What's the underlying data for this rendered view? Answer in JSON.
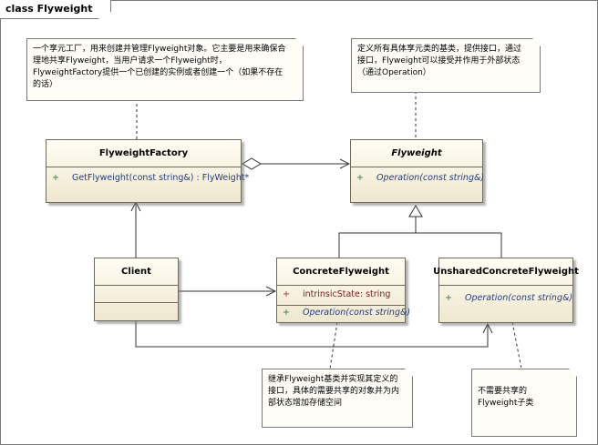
{
  "frame": {
    "label": "class Flyweight"
  },
  "notes": {
    "factory_note": "一个享元工厂，用来创建并管理Flyweight对象。它主要是用来确保合理地共享Flyweight，当用户请求一个Flyweight时，FlyweightFactory提供一个已创建的实例或者创建一个（如果不存在的话）",
    "flyweight_note": "定义所有具体享元类的基类，提供接口，通过接口，Flyweight可以接受并作用于外部状态（通过Operation）",
    "concrete_note": "继承Flyweight基类并实现其定义的接口，具体的需要共享的对象并为内部状态增加存储空间",
    "unshared_note": "不需要共享的Flyweight子类"
  },
  "classes": {
    "flyweight_factory": {
      "name": "FlyweightFactory",
      "operations": [
        {
          "visibility": "+",
          "signature": "GetFlyweight(const string&) : FlyWeight*"
        }
      ]
    },
    "flyweight": {
      "name": "Flyweight",
      "operations": [
        {
          "visibility": "+",
          "signature": "Operation(const string&)"
        }
      ]
    },
    "client": {
      "name": "Client"
    },
    "concrete_flyweight": {
      "name": "ConcreteFlyweight",
      "attributes": [
        {
          "visibility": "+",
          "signature": "intrinsicState:  string"
        }
      ],
      "operations": [
        {
          "visibility": "+",
          "signature": "Operation(const string&)"
        }
      ]
    },
    "unshared_concrete_flyweight": {
      "name": "UnsharedConcreteFlyweight",
      "operations": [
        {
          "visibility": "+",
          "signature": "Operation(const string&)"
        }
      ]
    }
  },
  "colors": {
    "class_fill_top": "#fffef4",
    "class_fill_bottom": "#efe7cf",
    "border": "#6f6a5a",
    "note_fill": "#fdfcf6"
  }
}
